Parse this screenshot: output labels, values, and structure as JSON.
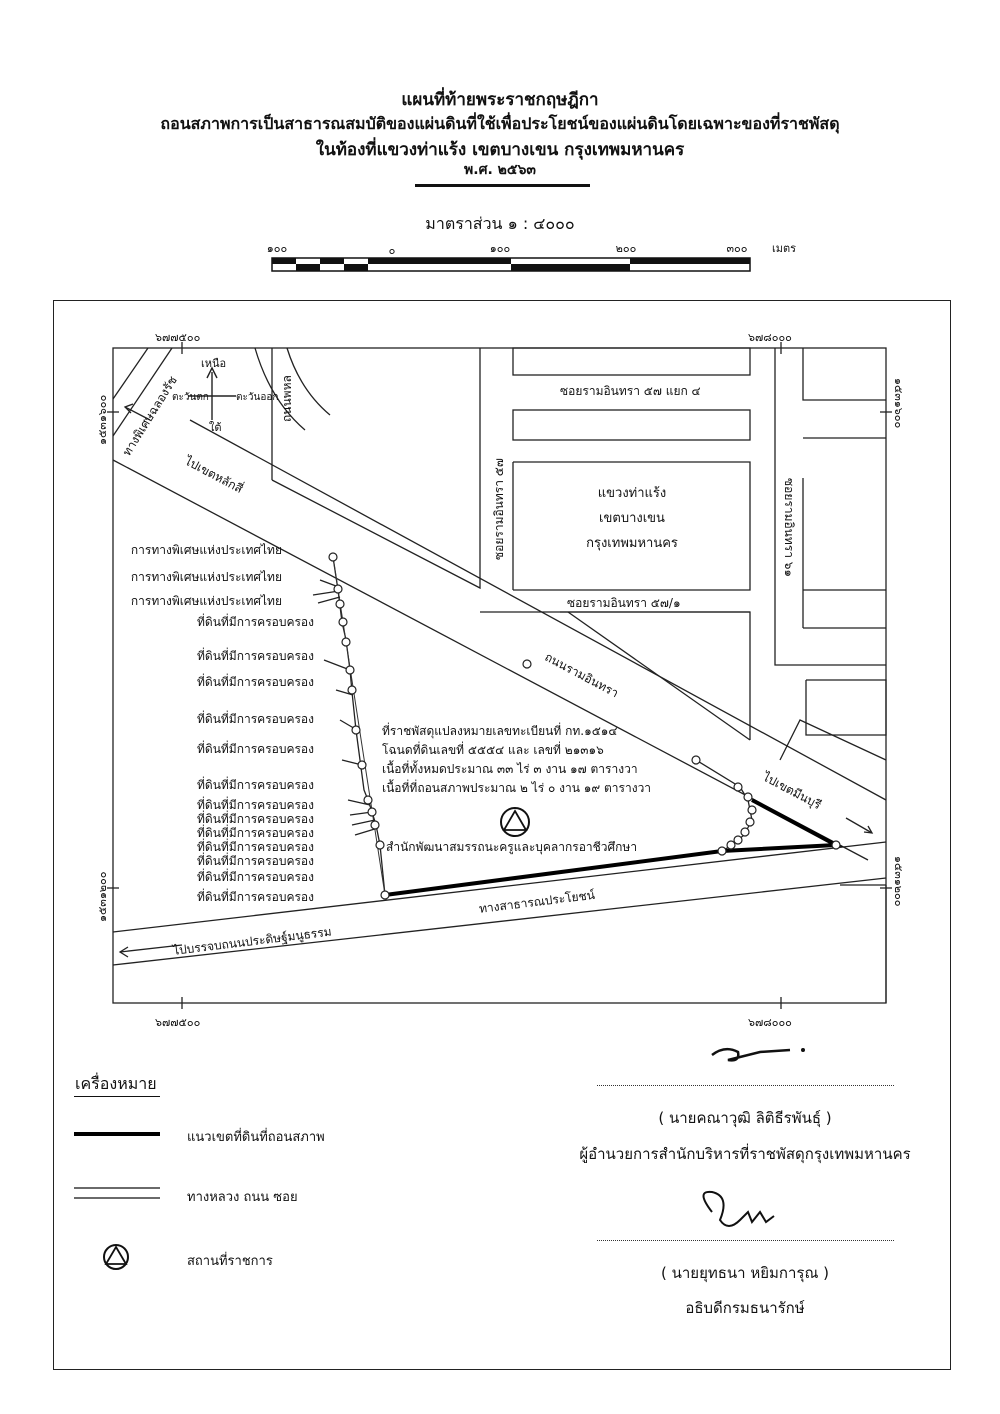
{
  "header": {
    "line1": "แผนที่ท้ายพระราชกฤษฎีกา",
    "line2": "ถอนสภาพการเป็นสาธารณสมบัติของแผ่นดินที่ใช้เพื่อประโยชน์ของแผ่นดินโดยเฉพาะของที่ราชพัสดุ",
    "line3": "ในท้องที่แขวงท่าแร้ง เขตบางเขน กรุงเทพมหานคร",
    "line4": "พ.ศ. ๒๕๖๓"
  },
  "scale": {
    "title": "มาตราส่วน ๑ : ๔๐๐๐",
    "ticks": [
      "๑๐๐",
      "๐",
      "๑๐๐",
      "๒๐๐",
      "๓๐๐"
    ],
    "unit": "เมตร"
  },
  "grid": {
    "top_left": "๖๗๗๕๐๐",
    "top_right": "๖๗๘๐๐๐",
    "bottom_left": "๖๗๗๕๐๐",
    "bottom_right": "๖๗๘๐๐๐",
    "left_upper": "๑๕๓๑๖๐๐",
    "left_lower": "๑๕๓๑๒๐๐",
    "right_upper": "๑๕๓๑๖๐๐",
    "right_lower": "๑๕๓๑๒๐๐"
  },
  "compass": {
    "north": "เหนือ",
    "south": "ใต้",
    "west": "ตะวันตก",
    "east": "ตะวันออก"
  },
  "roads": {
    "railway": "ทางพิเศษฉลองรัช",
    "phahon": "ถนนพหล",
    "to_lak_si": "ไปเขตหลักสี่",
    "soi_57_4": "ซอยรามอินทรา ๕๗ แยก ๔",
    "soi_57": "ซอยรามอินทรา ๕๗",
    "soi_61": "ซอยรามอินทรา ๖๑",
    "soi_57_1": "ซอยรามอินทรา ๕๗/๑",
    "ram_inthra": "ถนนรามอินทรา",
    "to_min_buri": "ไปเขตมีนบุรี",
    "public_way": "ทางสาธารณประโยชน์",
    "to_prasert": "ไปบรรจบถนนประดิษฐ์มนูธรรม"
  },
  "district_block": [
    "แขวงท่าแร้ง",
    "เขตบางเขน",
    "กรุงเทพมหานคร"
  ],
  "parcel_info": [
    "ที่ราชพัสดุแปลงหมายเลขทะเบียนที่ กท.๑๕๑๔",
    "โฉนดที่ดินเลขที่ ๕๕๕๔ และ เลขที่ ๒๑๓๑๖",
    "เนื้อที่ทั้งหมดประมาณ ๓๓ ไร่ ๓ งาน ๑๗ ตารางวา",
    "เนื้อที่ที่ถอนสภาพประมาณ ๒ ไร่ ๐ งาน ๑๙ ตารางวา"
  ],
  "office_label": "สำนักพัฒนาสมรรถนะครูและบุคลากรอาชีวศึกษา",
  "adjacent_labels": [
    "การทางพิเศษแห่งประเทศไทย",
    "การทางพิเศษแห่งประเทศไทย",
    "การทางพิเศษแห่งประเทศไทย",
    "ที่ดินที่มีการครอบครอง",
    "ที่ดินที่มีการครอบครอง",
    "ที่ดินที่มีการครอบครอง",
    "ที่ดินที่มีการครอบครอง",
    "ที่ดินที่มีการครอบครอง",
    "ที่ดินที่มีการครอบครอง",
    "ที่ดินที่มีการครอบครอง",
    "ที่ดินที่มีการครอบครอง",
    "ที่ดินที่มีการครอบครอง",
    "ที่ดินที่มีการครอบครอง",
    "ที่ดินที่มีการครอบครอง",
    "ที่ดินที่มีการครอบครอง",
    "ที่ดินที่มีการครอบครอง"
  ],
  "legend": {
    "title": "เครื่องหมาย",
    "items": [
      {
        "label": "แนวเขตที่ดินที่ถอนสภาพ",
        "symbol": "thick-line"
      },
      {
        "label": "ทางหลวง ถนน ซอย",
        "symbol": "double-line"
      },
      {
        "label": "สถานที่ราชการ",
        "symbol": "government-icon"
      }
    ]
  },
  "signatures": [
    {
      "name": "( นายคณาวุฒิ ลิติธีรพันธุ์ )",
      "title": "ผู้อำนวยการสำนักบริหารที่ราชพัสดุกรุงเทพมหานคร"
    },
    {
      "name": "( นายยุทธนา หยิมการุณ )",
      "title": "อธิบดีกรมธนารักษ์"
    }
  ]
}
